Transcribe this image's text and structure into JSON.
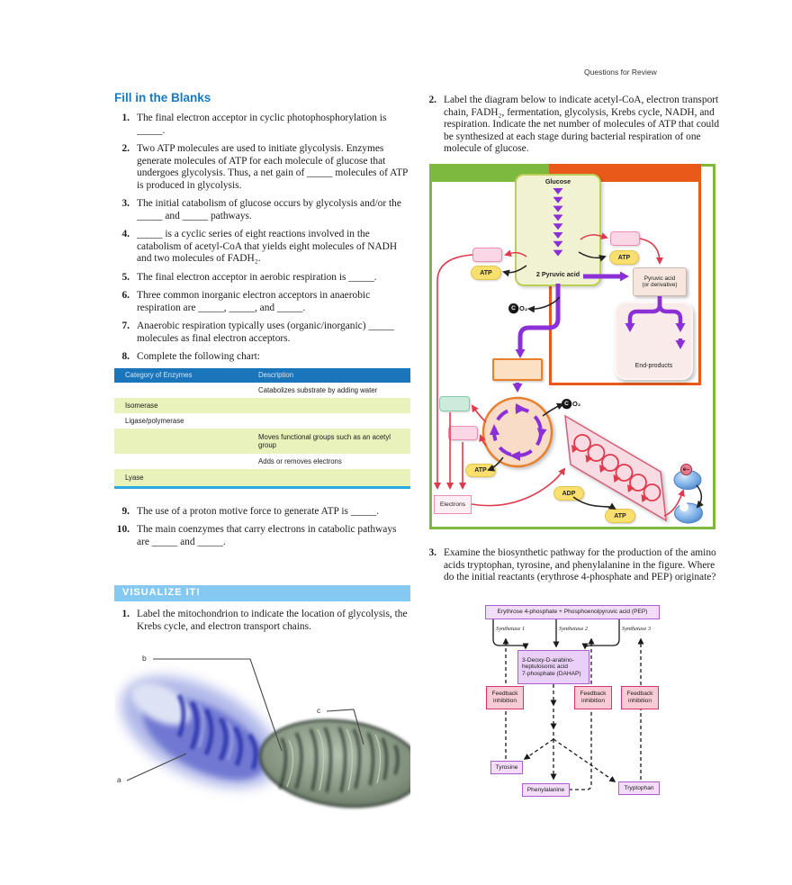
{
  "page": {
    "running_header": "Questions for Review"
  },
  "colors": {
    "heading_blue": "#1879c0",
    "table_header_blue": "#1b75bb",
    "row_green": "#e9f2bb",
    "rule_blue": "#29abe2",
    "banner_blue": "#85c9f2",
    "frame_green": "#7cb93e",
    "frame_orange": "#e8591a",
    "arrow_purple": "#8b2fd6",
    "arrow_red": "#e13a4c",
    "atp_yellow": "#f9e06e"
  },
  "fill_blanks": {
    "heading": "Fill in the Blanks",
    "questions": [
      {
        "num": "1.",
        "text": "The final electron acceptor in cyclic photophosphorylation is _____."
      },
      {
        "num": "2.",
        "text": "Two ATP molecules are used to initiate glycolysis. Enzymes generate molecules of ATP for each molecule of glucose that undergoes glycolysis. Thus, a net gain of _____ molecules of ATP is produced in glycolysis."
      },
      {
        "num": "3.",
        "text": "The initial catabolism of glucose occurs by glycolysis and/or the _____ and _____ pathways."
      },
      {
        "num": "4.",
        "text": "_____ is a cyclic series of eight reactions involved in the catabolism of acetyl-CoA that yields eight molecules of NADH and two molecules of FADH₂."
      },
      {
        "num": "5.",
        "text": "The final electron acceptor in aerobic respiration is _____."
      },
      {
        "num": "6.",
        "text": "Three common inorganic electron acceptors in anaerobic respiration are _____, _____, and _____."
      },
      {
        "num": "7.",
        "text": "Anaerobic respiration typically uses (organic/inorganic) _____ molecules as final electron acceptors."
      },
      {
        "num": "8.",
        "text": "Complete the following chart:"
      }
    ],
    "table": {
      "headers": [
        "Category of Enzymes",
        "Description"
      ],
      "rows": [
        {
          "category": "",
          "description": "Catabolizes substrate by adding water"
        },
        {
          "category": "Isomerase",
          "description": ""
        },
        {
          "category": "Ligase/polymerase",
          "description": ""
        },
        {
          "category": "",
          "description": "Moves functional groups such as an acetyl group"
        },
        {
          "category": "",
          "description": "Adds or removes electrons"
        },
        {
          "category": "Lyase",
          "description": ""
        }
      ]
    },
    "questions2": [
      {
        "num": "9.",
        "text": "The use of a proton motive force to generate ATP is _____."
      },
      {
        "num": "10.",
        "text": "The main coenzymes that carry electrons in catabolic pathways are _____ and _____."
      }
    ]
  },
  "visualize": {
    "banner": "VISUALIZE IT!",
    "question": {
      "num": "1.",
      "text": "Label the mitochondrion to indicate the location of glycolysis, the Krebs cycle, and electron transport chains."
    },
    "fig_labels": {
      "a": "a",
      "b": "b",
      "c": "c"
    }
  },
  "right": {
    "q2": {
      "num": "2.",
      "text": "Label the diagram below to indicate acetyl-CoA, electron transport chain, FADH₂, fermentation, glycolysis, Krebs cycle, NADH, and respiration. Indicate the net number of molecules of ATP that could be synthesized at each stage during bacterial respiration of one molecule of glucose."
    },
    "q3": {
      "num": "3.",
      "text": "Examine the biosynthetic pathway for the production of the amino acids tryptophan, tyrosine, and phenylalanine in the figure. Where do the initial reactants (erythrose 4-phosphate and PEP) originate?"
    },
    "respiration_diagram": {
      "glucose": "Glucose",
      "pyruvic": "2 Pyruvic acid",
      "atp": "ATP",
      "adp": "ADP",
      "pyruvic_derivative": "Pyruvic acid\n(or derivative)",
      "end_products": "End-products",
      "electrons": "Electrons",
      "co2_c": "C",
      "co2_o": "O₂",
      "e_minus": "e–"
    },
    "pathway_diagram": {
      "start": "Erythrose 4-phosphate + Phosphoenolpyruvic acid (PEP)",
      "synthetase1": "Synthetase 1",
      "synthetase2": "Synthetase 2",
      "synthetase3": "Synthetase 3",
      "dahap": "3-Deoxy-D-arabino-\nheptulosonic acid\n7-phosphate (DAHAP)",
      "feedback": "Feedback\ninhibition",
      "tyrosine": "Tyrosine",
      "phenylalanine": "Phenylalanine",
      "tryptophan": "Tryptophan"
    }
  }
}
